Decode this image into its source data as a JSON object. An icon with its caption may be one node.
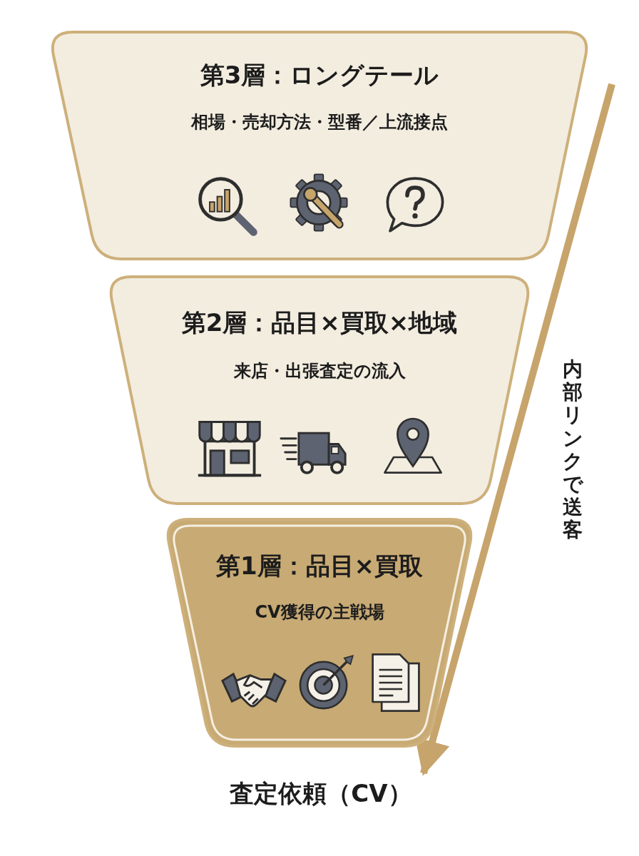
{
  "diagram": {
    "nodes": [
      {
        "text": [
          "第3層：ロングテール",
          "相場・売却方法・型番／上流接点"
        ]
      },
      {
        "text": [
          "第2層：品目×買取×地域",
          "来店・出張査定の流入"
        ]
      },
      {
        "text": [
          "第1層：品目×買取",
          "CV獲得の主戦場"
        ]
      },
      {
        "text": [
          "査定依頼（CV）"
        ]
      }
    ],
    "edges": [
      {
        "from": null,
        "to": 3,
        "arrow": "to",
        "label": "内部リンクで送客"
      }
    ]
  }
}
